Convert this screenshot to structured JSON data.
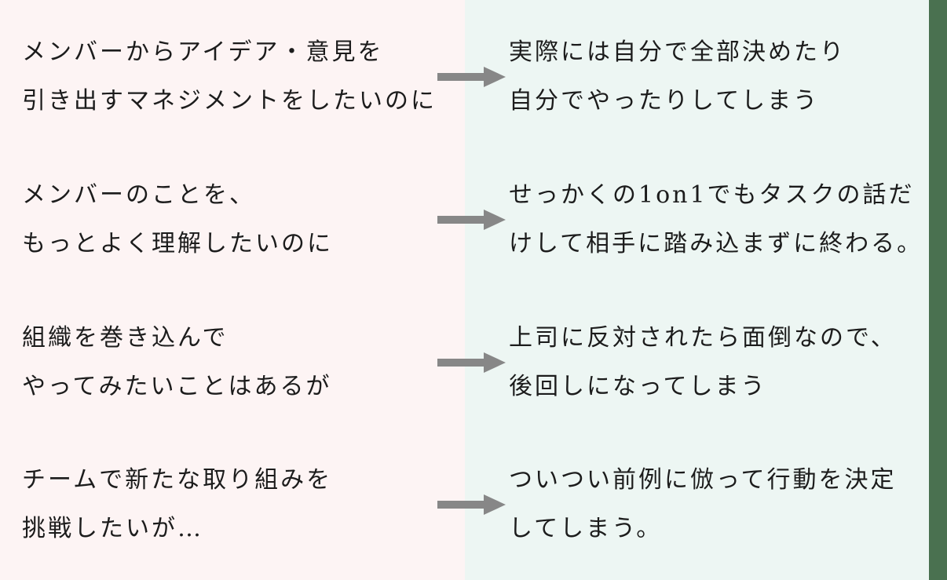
{
  "diagram": {
    "description_left_theme": "aspiration",
    "description_right_theme": "actual-behavior",
    "rows": [
      {
        "left_lines": [
          "メンバーからアイデア・意見を",
          "引き出すマネジメントをしたいのに"
        ],
        "right_lines": [
          "実際には自分で全部決めたり",
          "自分でやったりしてしまう"
        ]
      },
      {
        "left_lines": [
          "メンバーのことを、",
          "もっとよく理解したいのに"
        ],
        "right_lines": [
          "せっかくの1on1でもタスクの話だ",
          "けして相手に踏み込まずに終わる。"
        ]
      },
      {
        "left_lines": [
          "組織を巻き込んで",
          "やってみたいことはあるが"
        ],
        "right_lines": [
          "上司に反対されたら面倒なので、",
          "後回しになってしまう"
        ]
      },
      {
        "left_lines": [
          "チームで新たな取り組みを",
          "挑戦したいが…"
        ],
        "right_lines": [
          "ついつい前例に倣って行動を決定",
          "してしまう。"
        ]
      }
    ]
  },
  "colors": {
    "left_panel_bg": "#fdf4f4",
    "right_panel_bg": "#edf6f3",
    "accent_strip": "#4a7150",
    "arrow": "#878787",
    "text": "#1c1c1c"
  }
}
